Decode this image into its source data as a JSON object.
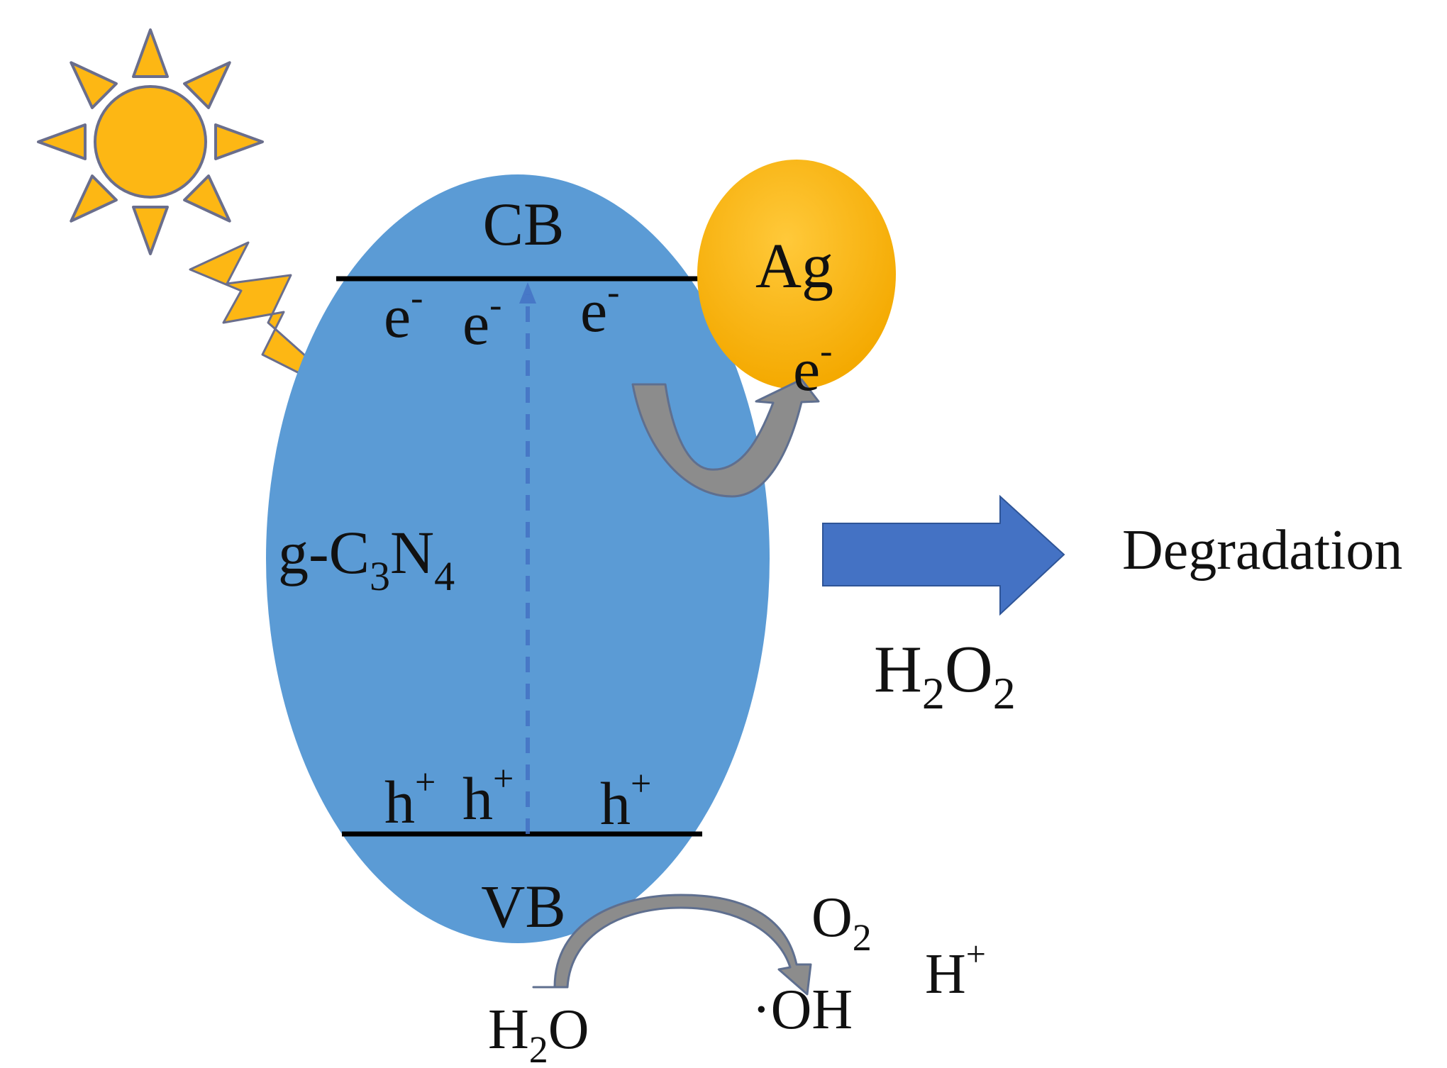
{
  "labels": {
    "cb": "CB",
    "vb": "VB",
    "semiconductor_base": "g-C",
    "semiconductor_sub1": "3",
    "semiconductor_mid": "N",
    "semiconductor_sub2": "4",
    "metal": "Ag",
    "electron": "e",
    "electron_charge": "-",
    "hole": "h",
    "hole_charge": "+",
    "degradation": "Degradation",
    "h2o2_a": "H",
    "h2o2_sub1": "2",
    "h2o2_b": "O",
    "h2o2_sub2": "2",
    "water_a": "H",
    "water_sub": "2",
    "water_b": "O",
    "oxygen": "O",
    "oxygen_sub": "2",
    "proton": "H",
    "proton_charge": "+",
    "hydroxyl": "·OH"
  },
  "colors": {
    "particle": "#5b9bd5",
    "sun": "#fdb714",
    "sun_outline": "#6a6e8c",
    "silver": "#fdb714",
    "transfer_arrow": "#8c8c8c",
    "degradation_arrow": "#4472c4",
    "band_line": "#000000",
    "excitation_line": "#4472c4"
  },
  "icons": {
    "sun": "sun-icon",
    "light": "lightning-bolt-icon"
  }
}
